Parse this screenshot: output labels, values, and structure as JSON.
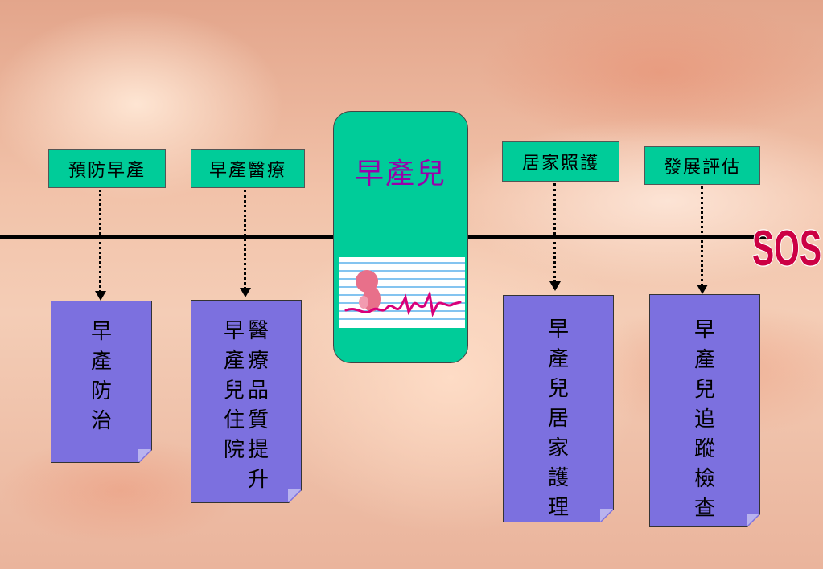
{
  "labels": {
    "prevention": "預防早產",
    "medical": "早產醫療",
    "home_care": "居家照護",
    "assessment": "發展評估"
  },
  "center": {
    "title": "早產兒"
  },
  "sos": "SOS",
  "notes": {
    "prevention": [
      "早",
      "產",
      "防",
      "治"
    ],
    "medical": {
      "col1": [
        "早",
        "產",
        "兒",
        "住",
        "院"
      ],
      "col2": [
        "醫",
        "療",
        "品",
        "質",
        "提",
        "升"
      ]
    },
    "home_care": [
      "早",
      "產",
      "兒",
      "居",
      "家",
      "護",
      "理"
    ],
    "assessment": [
      "早",
      "產",
      "兒",
      "追",
      "蹤",
      "檢",
      "查"
    ]
  },
  "colors": {
    "label_fill": "#00cc99",
    "center_title": "#9900aa",
    "note_fill": "#7c70df",
    "sos_fill": "#cc0044",
    "ecg_line": "#d8007a"
  }
}
